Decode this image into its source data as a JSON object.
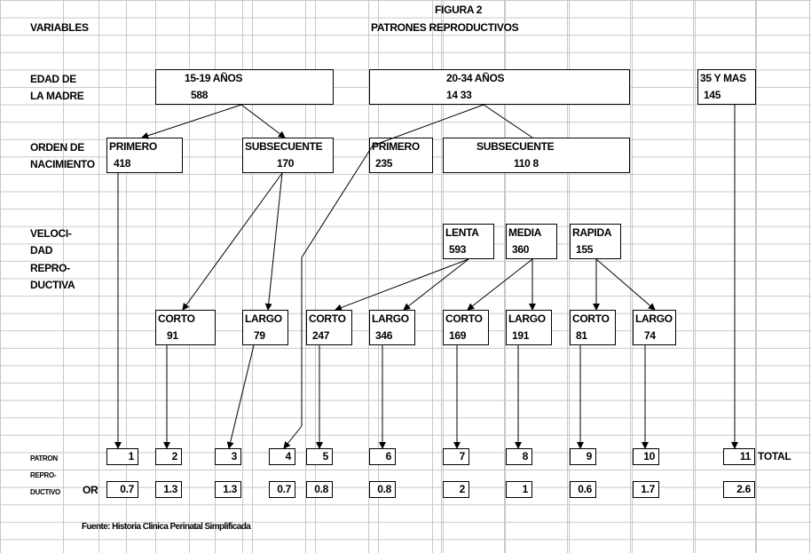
{
  "header": {
    "figure": "FIGURA 2",
    "title": "PATRONES REPRODUCTIVOS",
    "variables": "VARIABLES"
  },
  "row_labels": {
    "edad_1": "EDAD DE",
    "edad_2": "LA MADRE",
    "orden_1": "ORDEN DE",
    "orden_2": "NACIMIENTO",
    "vel_1": "VELOCI-",
    "vel_2": "DAD",
    "vel_3": "REPRO-",
    "vel_4": "DUCTIVA",
    "patron_1": "PATRON",
    "patron_2": "REPRO-",
    "patron_3": "DUCTIVO",
    "or": "OR",
    "total": "TOTAL"
  },
  "age": {
    "a1": {
      "label": "15-19 AÑOS",
      "value": "588"
    },
    "a2": {
      "label": "20-34 AÑOS",
      "value": "14 33"
    },
    "a3": {
      "label": "35 Y MAS",
      "value": "145"
    }
  },
  "order": {
    "o1": {
      "label": "PRIMERO",
      "value": "418"
    },
    "o2": {
      "label": "SUBSECUENTE",
      "value": "170"
    },
    "o3": {
      "label": "PRIMERO",
      "value": "235"
    },
    "o4": {
      "label": "SUBSECUENTE",
      "value": "110 8"
    }
  },
  "speed": {
    "s1": {
      "label": "LENTA",
      "value": "593"
    },
    "s2": {
      "label": "MEDIA",
      "value": "360"
    },
    "s3": {
      "label": "RAPIDA",
      "value": "155"
    }
  },
  "interval": {
    "i1": {
      "label": "CORTO",
      "value": "91"
    },
    "i2": {
      "label": "LARGO",
      "value": "79"
    },
    "i3": {
      "label": "CORTO",
      "value": "247"
    },
    "i4": {
      "label": "LARGO",
      "value": "346"
    },
    "i5": {
      "label": "CORTO",
      "value": "169"
    },
    "i6": {
      "label": "LARGO",
      "value": "191"
    },
    "i7": {
      "label": "CORTO",
      "value": "81"
    },
    "i8": {
      "label": "LARGO",
      "value": "74"
    }
  },
  "patterns": [
    "1",
    "2",
    "3",
    "4",
    "5",
    "6",
    "7",
    "8",
    "9",
    "10",
    "11"
  ],
  "odds_ratios": [
    "0.7",
    "1.3",
    "1.3",
    "0.7",
    "0.8",
    "0.8",
    "2",
    "1",
    "0.6",
    "1.7",
    "2.6"
  ],
  "source": "Fuente: Historia Clinica Perinatal Simplificada"
}
